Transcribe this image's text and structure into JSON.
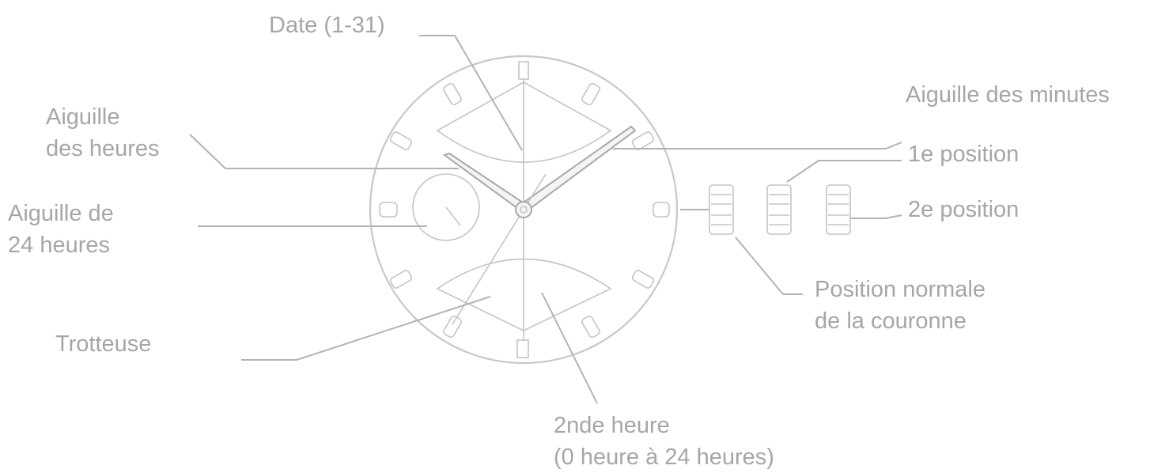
{
  "labels": {
    "date": "Date (1-31)",
    "hour_hand": [
      "Aiguille",
      "des heures"
    ],
    "hand_24h": [
      "Aiguille de",
      "24 heures"
    ],
    "second_hand": "Trotteuse",
    "minute_hand": "Aiguille des minutes",
    "position_1": "1e position",
    "position_2": "2e position",
    "crown_normal": [
      "Position normale",
      "de la couronne"
    ],
    "second_time": [
      "2nde heure",
      "(0 heure à 24 heures)"
    ]
  },
  "colors": {
    "text": "#a6a6a6",
    "lines": "#b3b3b3",
    "watch": "#c8c8c8"
  }
}
